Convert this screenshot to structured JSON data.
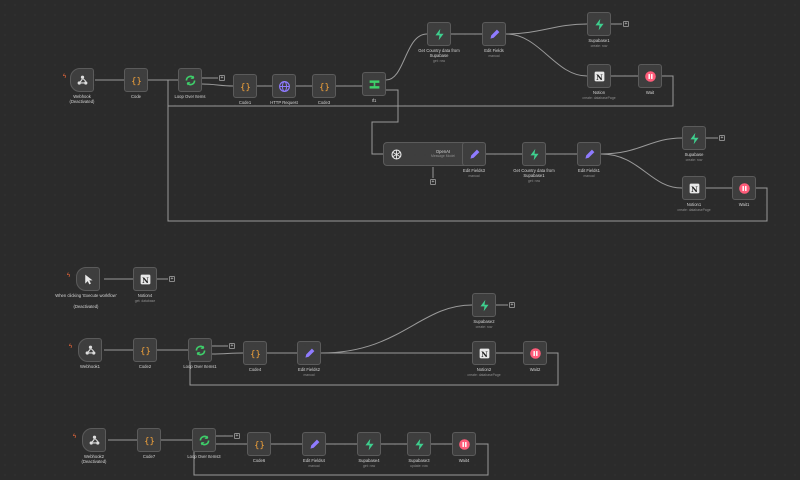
{
  "colors": {
    "background": "#2b2b2b",
    "node_fill": "#3e3e3e",
    "node_border": "#5b5b5b",
    "code": "#f2a23a",
    "loop": "#3ecf6a",
    "http": "#8f7bff",
    "if": "#3ecf6a",
    "supabase": "#3ecf8e",
    "edit": "#8f7bff",
    "notion": "#e8e8e8",
    "wait": "#ff5c7a",
    "trigger": "#ff6d3a"
  },
  "nodes": {
    "webhook": {
      "label": "Webhook",
      "sub": "(Deactivated)",
      "icon": "webhook-icon"
    },
    "code": {
      "label": "Code",
      "icon": "code-braces-icon"
    },
    "loop": {
      "label": "Loop Over Items",
      "icon": "loop-arrows-icon"
    },
    "code1": {
      "label": "Code1",
      "icon": "code-braces-icon"
    },
    "http": {
      "label": "HTTP Request",
      "icon": "globe-icon"
    },
    "code3": {
      "label": "Code3",
      "icon": "code-braces-icon"
    },
    "if1": {
      "label": "If1",
      "icon": "if-split-icon"
    },
    "get_country": {
      "label": "Get Country data from Supabase",
      "sub": "get: row",
      "icon": "supabase-bolt-icon"
    },
    "edit_fields": {
      "label": "Edit Fields",
      "sub": "manual",
      "icon": "pencil-icon"
    },
    "supabase1": {
      "label": "Supabase1",
      "sub": "create: row",
      "icon": "supabase-bolt-icon"
    },
    "notion": {
      "label": "Notion",
      "sub": "create: databasePage",
      "icon": "notion-icon"
    },
    "wait": {
      "label": "Wait",
      "icon": "pause-icon"
    },
    "openai": {
      "label": "OpenAI",
      "sub": "Message Model",
      "icon": "openai-icon"
    },
    "edit_fields3": {
      "label": "Edit Fields3",
      "sub": "manual",
      "icon": "pencil-icon"
    },
    "get_country1": {
      "label": "Get Country data from Supabase1",
      "sub": "get: row",
      "icon": "supabase-bolt-icon"
    },
    "edit_fields1": {
      "label": "Edit Fields1",
      "sub": "manual",
      "icon": "pencil-icon"
    },
    "supabase": {
      "label": "Supabase",
      "sub": "create: row",
      "icon": "supabase-bolt-icon"
    },
    "notion1": {
      "label": "Notion1",
      "sub": "create: databasePage",
      "icon": "notion-icon"
    },
    "wait1": {
      "label": "Wait1",
      "icon": "pause-icon"
    },
    "manual_trigger": {
      "label": "When clicking ‘Execute workflow’",
      "sub": "(Deactivated)",
      "icon": "cursor-icon"
    },
    "notion4": {
      "label": "Notion4",
      "sub": "get: database",
      "icon": "notion-icon"
    },
    "webhook1": {
      "label": "Webhook1",
      "icon": "webhook-icon"
    },
    "code2": {
      "label": "Code2",
      "icon": "code-braces-icon"
    },
    "loop1": {
      "label": "Loop Over Items1",
      "icon": "loop-arrows-icon"
    },
    "code4": {
      "label": "Code4",
      "icon": "code-braces-icon"
    },
    "edit_fields2": {
      "label": "Edit Fields2",
      "sub": "manual",
      "icon": "pencil-icon"
    },
    "supabase2": {
      "label": "Supabase2",
      "sub": "create: row",
      "icon": "supabase-bolt-icon"
    },
    "notion2": {
      "label": "Notion2",
      "sub": "create: databasePage",
      "icon": "notion-icon"
    },
    "wait2": {
      "label": "Wait2",
      "icon": "pause-icon"
    },
    "webhook2": {
      "label": "Webhook2",
      "sub": "(Deactivated)",
      "icon": "webhook-icon"
    },
    "code7": {
      "label": "Code7",
      "icon": "code-braces-icon"
    },
    "loop3": {
      "label": "Loop Over Items3",
      "icon": "loop-arrows-icon"
    },
    "code6": {
      "label": "Code6",
      "icon": "code-braces-icon"
    },
    "edit_fields4": {
      "label": "Edit Fields4",
      "sub": "manual",
      "icon": "pencil-icon"
    },
    "supabase4": {
      "label": "Supabase4",
      "sub": "get: row",
      "icon": "supabase-bolt-icon"
    },
    "supabase3": {
      "label": "Supabase3",
      "sub": "update: row",
      "icon": "supabase-bolt-icon"
    },
    "wait4": {
      "label": "Wait4",
      "icon": "pause-icon"
    }
  },
  "plus_symbol": "+",
  "trigger_symbol": "ϟ"
}
